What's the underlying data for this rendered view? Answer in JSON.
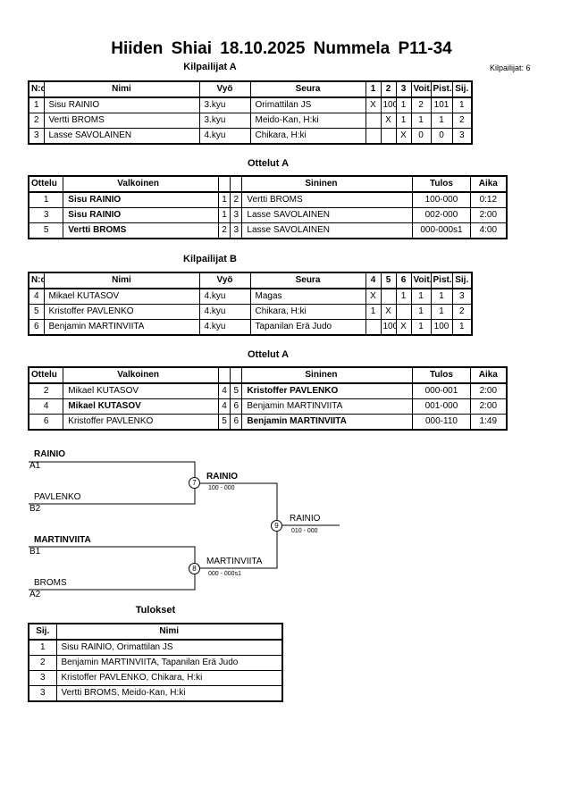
{
  "header": {
    "title": "Hiiden Shiai  18.10.2025  Nummela   P11-34",
    "count": "Kilpailijat: 6"
  },
  "pool_a": {
    "title": "Kilpailijat A",
    "headers": [
      "N:o",
      "Nimi",
      "Vyö",
      "Seura",
      "1",
      "2",
      "3",
      "Voit.",
      "Pist.",
      "Sij."
    ],
    "rows": [
      [
        "1",
        "Sisu RAINIO",
        "3.kyu",
        "Orimattilan JS",
        "X",
        "100",
        "1",
        "2",
        "101",
        "1"
      ],
      [
        "2",
        "Vertti BROMS",
        "3.kyu",
        "Meido-Kan, H:ki",
        "",
        "X",
        "1",
        "1",
        "1",
        "2"
      ],
      [
        "3",
        "Lasse SAVOLAINEN",
        "4.kyu",
        "Chikara, H:ki",
        "",
        "",
        "X",
        "0",
        "0",
        "3"
      ]
    ]
  },
  "matches_a": {
    "title": "Ottelut A",
    "headers": [
      "Ottelu",
      "Valkoinen",
      "",
      "",
      "Sininen",
      "Tulos",
      "Aika"
    ],
    "rows": [
      {
        "no": "1",
        "white": "Sisu RAINIO",
        "w_bold": true,
        "a": "1",
        "b": "2",
        "blue": "Vertti BROMS",
        "b_bold": false,
        "result": "100-000",
        "time": "0:12"
      },
      {
        "no": "3",
        "white": "Sisu RAINIO",
        "w_bold": true,
        "a": "1",
        "b": "3",
        "blue": "Lasse SAVOLAINEN",
        "b_bold": false,
        "result": "002-000",
        "time": "2:00"
      },
      {
        "no": "5",
        "white": "Vertti BROMS",
        "w_bold": true,
        "a": "2",
        "b": "3",
        "blue": "Lasse SAVOLAINEN",
        "b_bold": false,
        "result": "000-000s1",
        "time": "4:00"
      }
    ]
  },
  "pool_b": {
    "title": "Kilpailijat B",
    "headers": [
      "N:o",
      "Nimi",
      "Vyö",
      "Seura",
      "4",
      "5",
      "6",
      "Voit.",
      "Pist.",
      "Sij."
    ],
    "rows": [
      [
        "4",
        "Mikael KUTASOV",
        "4.kyu",
        "Magas",
        "X",
        "",
        "1",
        "1",
        "1",
        "3"
      ],
      [
        "5",
        "Kristoffer PAVLENKO",
        "4.kyu",
        "Chikara, H:ki",
        "1",
        "X",
        "",
        "1",
        "1",
        "2"
      ],
      [
        "6",
        "Benjamin MARTINVIITA",
        "4.kyu",
        "Tapanilan Erä Judo",
        "",
        "100",
        "X",
        "1",
        "100",
        "1"
      ]
    ]
  },
  "matches_b": {
    "title": "Ottelut A",
    "headers": [
      "Ottelu",
      "Valkoinen",
      "",
      "",
      "Sininen",
      "Tulos",
      "Aika"
    ],
    "rows": [
      {
        "no": "2",
        "white": "Mikael KUTASOV",
        "w_bold": false,
        "a": "4",
        "b": "5",
        "blue": "Kristoffer PAVLENKO",
        "b_bold": true,
        "result": "000-001",
        "time": "2:00"
      },
      {
        "no": "4",
        "white": "Mikael KUTASOV",
        "w_bold": true,
        "a": "4",
        "b": "6",
        "blue": "Benjamin MARTINVIITA",
        "b_bold": false,
        "result": "001-000",
        "time": "2:00"
      },
      {
        "no": "6",
        "white": "Kristoffer PAVLENKO",
        "w_bold": false,
        "a": "5",
        "b": "6",
        "blue": "Benjamin MARTINVIITA",
        "b_bold": true,
        "result": "000-110",
        "time": "1:49"
      }
    ]
  },
  "bracket": {
    "sf1_top_name": "RAINIO",
    "sf1_top_seed": "A1",
    "sf1_bot_name": "PAVLENKO",
    "sf1_bot_seed": "B2",
    "sf1_no": "7",
    "sf1_winner": "RAINIO",
    "sf1_score": "100 - 000",
    "sf2_top_name": "MARTINVIITA",
    "sf2_top_seed": "B1",
    "sf2_bot_name": "BROMS",
    "sf2_bot_seed": "A2",
    "sf2_no": "8",
    "sf2_winner": "MARTINVIITA",
    "sf2_score": "000 - 000s1",
    "final_no": "9",
    "final_winner": "RAINIO",
    "final_score": "010 - 000"
  },
  "results": {
    "title": "Tulokset",
    "headers": [
      "Sij.",
      "Nimi"
    ],
    "rows": [
      [
        "1",
        "Sisu RAINIO, Orimattilan JS"
      ],
      [
        "2",
        "Benjamin MARTINVIITA, Tapanilan Erä Judo"
      ],
      [
        "3",
        "Kristoffer PAVLENKO, Chikara, H:ki"
      ],
      [
        "3",
        "Vertti BROMS, Meido-Kan, H:ki"
      ]
    ]
  }
}
